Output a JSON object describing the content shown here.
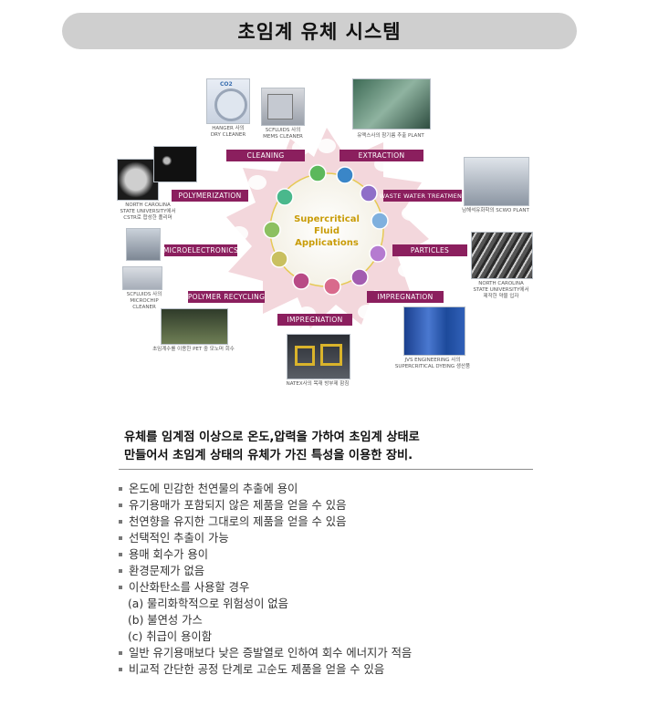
{
  "title": "초임계 유체 시스템",
  "diagram": {
    "center": {
      "line1": "Supercritical",
      "line2": "Fluid",
      "line3": "Applications"
    },
    "categories": {
      "cleaning": "CLEANING",
      "extraction": "EXTRACTION",
      "polymerization": "POLYMERIZATION",
      "wastewater": "WASTE WATER TREATMENT",
      "microelectronics": "MICROELECTRONICS",
      "particles": "PARTICLES",
      "polymer_recycling": "POLYMER RECYCLING",
      "impregnation_right": "IMPREGNATION",
      "impregnation_bottom": "IMPREGNATION"
    },
    "captions": {
      "hanger": "HANGER 사의\nDRY CLEANER",
      "scfluids_mems": "SCFLUIDS 사의\nMEMS CLEANER",
      "extraction_plant": "유맥스사의 참기름 추출 PLANT",
      "ncsu_cstr": "NORTH CAROLINA\nSTATE UNIVERSITY에서\nCSTR로 합성한 폴리머",
      "scwo": "남해석유화학의 SCWO PLANT",
      "scfluids_chip": "SCFLUIDS 사의\nMICROCHIP\nCLEANER",
      "ncsu_particles": "NORTH CAROLINA\nSTATE UNIVERSITY에서\n제작한 약물 입자",
      "pet_recovery": "초임계수를 이용한 PET 중 모노머 회수",
      "jvs": "JVS ENGINEERING 사의\nSUPERCRITICAL DYEING 생산품",
      "natex": "NATEX사의 목재 방부제 함침"
    },
    "logo_text": "CO2"
  },
  "summary": {
    "line1": "유체를 임계점 이상으로 온도,압력을 가하여 초임계 상태로",
    "line2": "만들어서  초임계 상태의 유체가 가진 특성을 이용한 장비."
  },
  "features": [
    {
      "text": "온도에 민감한 천연물의 추출에 용이",
      "bullet": true
    },
    {
      "text": "유기용매가 포함되지 않은 제품을 얻을 수 있음",
      "bullet": true
    },
    {
      "text": "천연향을 유지한 그대로의 제품을 얻을 수 있음",
      "bullet": true
    },
    {
      "text": "선택적인 추출이 가능",
      "bullet": true
    },
    {
      "text": "용매 회수가 용이",
      "bullet": true
    },
    {
      "text": "환경문제가 없음",
      "bullet": true
    },
    {
      "text": "이산화탄소를 사용할 경우",
      "bullet": true
    },
    {
      "text": "(a) 물리화학적으로 위험성이 없음",
      "bullet": false
    },
    {
      "text": "(b) 불연성 가스",
      "bullet": false
    },
    {
      "text": "(c) 취급이 용이함",
      "bullet": false
    },
    {
      "text": "일반 유기용매보다 낮은 증발열로 인하여 회수 에너지가 적음",
      "bullet": true
    },
    {
      "text": "비교적 간단한 공정 단계로 고순도 제품을 얻을 수 있음",
      "bullet": true
    }
  ],
  "colors": {
    "category_bg": "#8b1f5e",
    "center_text": "#c99c08",
    "title_bar": "#cfcfcf"
  }
}
